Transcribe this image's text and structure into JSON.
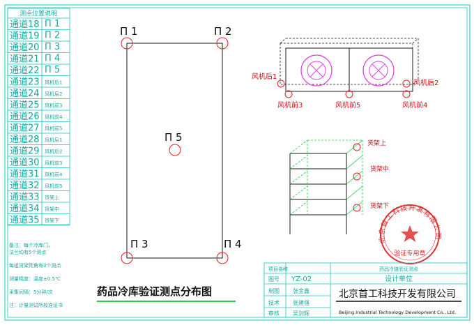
{
  "legend": {
    "header": "测点位置说明",
    "rows": [
      {
        "channel": "通道18",
        "point": "Π 1"
      },
      {
        "channel": "通道19",
        "point": "Π 2"
      },
      {
        "channel": "通道20",
        "point": "Π 3"
      },
      {
        "channel": "通道21",
        "point": "Π 4"
      },
      {
        "channel": "通道22",
        "point": "Π 5"
      },
      {
        "channel": "通道23",
        "point": "风机后1"
      },
      {
        "channel": "通道24",
        "point": "风机后2"
      },
      {
        "channel": "通道25",
        "point": "风机前3"
      },
      {
        "channel": "通道26",
        "point": "风机前4"
      },
      {
        "channel": "通道27",
        "point": "风机前5"
      },
      {
        "channel": "通道28",
        "point": "风机后1"
      },
      {
        "channel": "通道29",
        "point": "风机后2"
      },
      {
        "channel": "通道30",
        "point": "风机前3"
      },
      {
        "channel": "通道31",
        "point": "风机前4"
      },
      {
        "channel": "通道32",
        "point": "风机前5"
      },
      {
        "channel": "通道33",
        "point": "货架上"
      },
      {
        "channel": "通道34",
        "point": "货架中"
      },
      {
        "channel": "通道35",
        "point": "货架下"
      }
    ]
  },
  "notes": [
    "备注：每个冷库门，",
    "法兰均有5个测点",
    "每组货架死角有3个测点",
    "测量精度：温度±0.5℃",
    "采集间隔：5分钟/次",
    "注：计量测试所校准证书"
  ],
  "room": {
    "points": [
      "Π 1",
      "Π 2",
      "Π 3",
      "Π 4",
      "Π 5"
    ]
  },
  "fan_unit": {
    "labels": {
      "rear_left": "风机后1",
      "rear_right": "风机后2",
      "front_left": "风机前3",
      "front_mid": "风机前5",
      "front_right": "风机前4"
    }
  },
  "shelf": {
    "labels": [
      "货架上",
      "货架中",
      "货架下"
    ]
  },
  "title": "药品冷库验证测点分布图",
  "title_block": {
    "project_label": "项目名称",
    "project_value": "药品冷链验证测点",
    "drawing_no_label": "图号",
    "drawing_no_value": "YZ-02",
    "rows": [
      {
        "label": "制图",
        "value": "张金鑫"
      },
      {
        "label": "技术",
        "value": "张建强"
      },
      {
        "label": "审核",
        "value": "吴剑辉"
      }
    ],
    "design_unit_label": "设计单位",
    "company_cn": "北京首工科技开发有限公司",
    "company_en": "Beijing Industrial Technology Development Co., Ltd."
  },
  "seal": {
    "ring_text": "北京首工科技开发有限公司",
    "center_text": "验证专用章"
  },
  "colors": {
    "frame": "#12c8c0",
    "drawing": "#1a1a1a",
    "point": "#e02020",
    "fan": "#e040e0",
    "shelf": "#22cc44",
    "seal": "#e03030"
  }
}
